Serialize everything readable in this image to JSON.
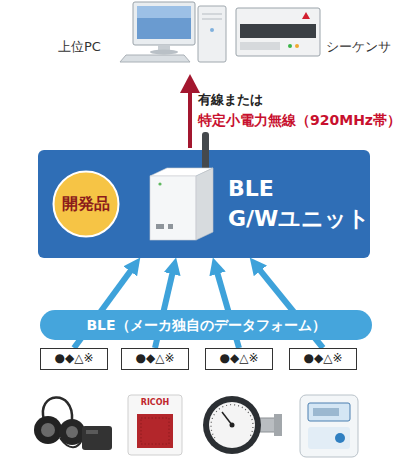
{
  "diagram": {
    "nodes": [
      {
        "text": [
          "BLE G/Wユニット"
        ]
      },
      {
        "text": [
          "開発品"
        ],
        "in": 0
      },
      {
        "text": [
          "BLE（メーカ独自のデータフォーム）"
        ]
      },
      {
        "text": [
          "●◆△※"
        ]
      },
      {
        "text": [
          "●◆△※"
        ]
      },
      {
        "text": [
          "●◆△※"
        ]
      },
      {
        "text": [
          "●◆△※"
        ]
      }
    ],
    "edges": [
      {
        "from": 3,
        "to": 0,
        "arrow": "to"
      },
      {
        "from": 4,
        "to": 0,
        "arrow": "to"
      },
      {
        "from": 5,
        "to": 0,
        "arrow": "to"
      },
      {
        "from": 6,
        "to": 0,
        "arrow": "to"
      }
    ],
    "labels": [
      "上位PC",
      "シーケンサ",
      "有線または",
      "特定小電力無線（920MHz帯）",
      "RICOH"
    ]
  }
}
